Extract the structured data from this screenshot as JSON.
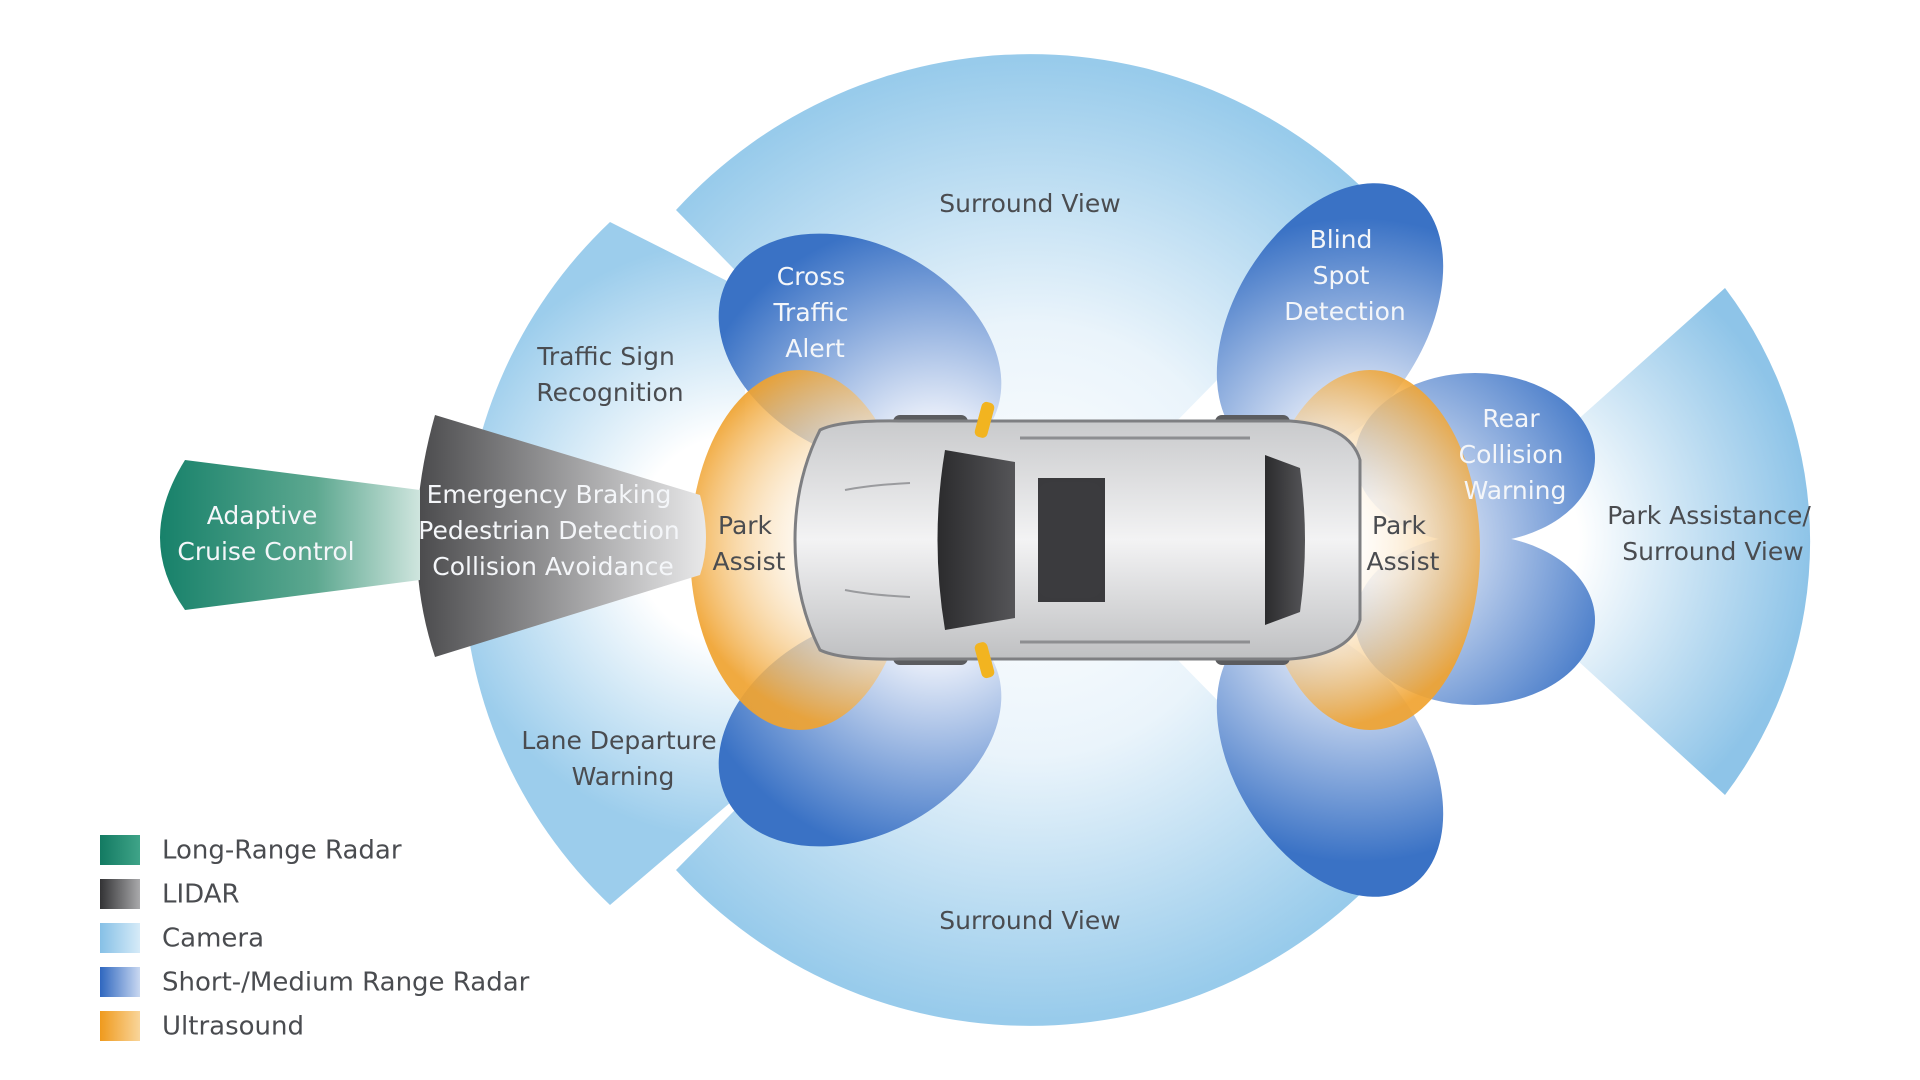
{
  "zones": {
    "surround_view_top": [
      "Surround View"
    ],
    "surround_view_bottom": [
      "Surround View"
    ],
    "blind_spot": [
      "Blind",
      "Spot",
      "Detection"
    ],
    "cross_traffic": [
      "Cross",
      "Traffic",
      "Alert"
    ],
    "traffic_sign": [
      "Traffic Sign",
      "Recognition"
    ],
    "lane_departure": [
      "Lane Departure",
      "Warning"
    ],
    "adaptive_cruise": [
      "Adaptive",
      "Cruise Control"
    ],
    "emergency_braking": [
      "Emergency Braking",
      "Pedestrian Detection",
      "Collision Avoidance"
    ],
    "park_assist_front": [
      "Park",
      "Assist"
    ],
    "park_assist_rear": [
      "Park",
      "Assist"
    ],
    "rear_collision": [
      "Rear",
      "Collision",
      "Warning"
    ],
    "park_assistance_surround": [
      "Park Assistance/",
      "Surround View"
    ]
  },
  "legend": [
    {
      "label": "Long-Range Radar",
      "color": "#1f8a70"
    },
    {
      "label": "LIDAR",
      "color": "#4d4d4f"
    },
    {
      "label": "Camera",
      "color": "#8fc3e6"
    },
    {
      "label": "Short-/Medium Range Radar",
      "color": "#3a73c6"
    },
    {
      "label": "Ultrasound",
      "color": "#f0a330"
    }
  ]
}
